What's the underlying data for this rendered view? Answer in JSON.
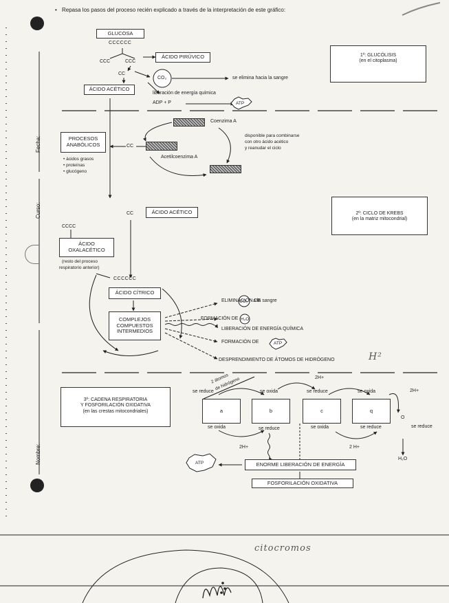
{
  "header": {
    "instruction": "Repasa los pasos del proceso recién explicado a través de la interpretación de este gráfico:"
  },
  "margin_labels": {
    "fecha": "Fecha:",
    "curso": "Curso:",
    "nombre": "Nombre:"
  },
  "sections": {
    "glucolisis": {
      "title": "1º: GLUCÓLISIS",
      "subtitle": "(en el citoplasma)"
    },
    "krebs": {
      "title": "2º: CICLO DE KREBS",
      "subtitle": "(en la matriz mitocondrial)"
    },
    "cadena": {
      "title": "3º: CADENA RESPIRATORIA",
      "title2": "Y FOSFORILACIÓN OXIDATIVA",
      "subtitle": "(en las crestas mitocondriales)"
    }
  },
  "glucolisis": {
    "glucosa": "GLUCOSA",
    "glucosa_chain": "CCCCCC",
    "ccc_left": "CCC",
    "ccc_right": "CCC",
    "acido_piruvico": "ÁCIDO PIRÚVICO",
    "cc": "CC",
    "co2": "CO₂",
    "elimina": "se elimina hacia la sangre",
    "acido_acetico": "ÁCIDO ACÉTICO",
    "liberacion": "liberación de energía química",
    "adp": "ADP + P",
    "atp": "ATP"
  },
  "krebs": {
    "coenzima": "Coenzima A",
    "disponible": [
      "disponible para combinarse",
      "con otro ácido acético",
      "y reanudar el ciclo"
    ],
    "procesos": [
      "PROCESOS",
      "ANABÓLICOS"
    ],
    "cc": "CC",
    "acetilcoenzima": "Acetilcoenzima A",
    "anabolic_items": [
      "ácidos grasos",
      "proteínas",
      "glucógeno"
    ],
    "cc2": "CC",
    "acido_acetico": "ÁCIDO ACÉTICO",
    "cccc": "CCCC",
    "oxalacetico": [
      "ÁCIDO",
      "OXALACÉTICO"
    ],
    "resto": [
      "(resto del proceso",
      "respiratorio anterior)"
    ],
    "chain6": "CCCCCC",
    "citrico": "ÁCIDO CÍTRICO",
    "complejos": [
      "COMPLEJOS",
      "COMPUESTOS",
      "INTERMEDIOS"
    ],
    "out_elim_a": "ELIMINACIÓN DE",
    "out_elim_co2": "CO₂",
    "out_elim_b": "a la sangre",
    "out_form": "FORMACIÓN DE",
    "out_h2o": "H₂O",
    "out_lib": "LIBERACIÓN DE ENERGÍA QUÍMICA",
    "out_form_atp": "FORMACIÓN DE",
    "out_atp": "ATP",
    "out_desp": "DESPRENDIMIENTO DE ÁTOMOS DE HIDRÓGENO"
  },
  "cadena": {
    "atomos": [
      "2 átomos",
      "de hidrógeno"
    ],
    "boxes": [
      "a",
      "b",
      "c",
      "q"
    ],
    "top_labels": [
      "se reduce",
      "se oxida",
      "se reduce",
      "se oxida"
    ],
    "bottom_labels": [
      "se oxida",
      "se reduce",
      "se oxida",
      "se reduce"
    ],
    "h_top": "2H+",
    "h_right": "2H+",
    "h_bottom_left": "2H+",
    "h_bottom_right": "2 H+",
    "o": "O",
    "o_reduce": "se reduce",
    "h2o": "H₂O",
    "enorme": "ENORME LIBERACIÓN DE ENERGÍA",
    "fosforilacion": "FOSFORILACIÓN OXIDATIVA",
    "atp": "ATP"
  },
  "handwriting": {
    "word": "citocromos",
    "scribble": "H²"
  }
}
